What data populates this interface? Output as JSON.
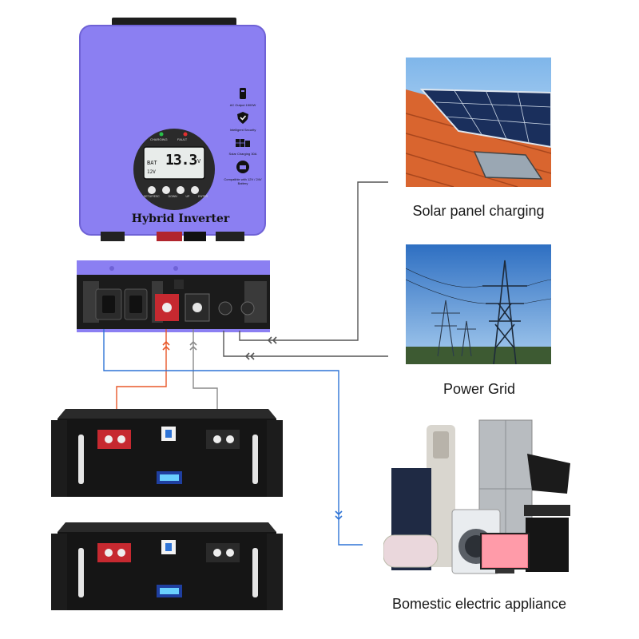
{
  "inverter": {
    "name": "Hybrid Inverter",
    "lcd": {
      "reading": "13.3",
      "unit": "V",
      "left_top": "BAT",
      "left_bottom": "12V",
      "led_left": "CHARGING",
      "led_right": "FAULT"
    },
    "buttons": [
      "SETUP/ESC",
      "DOWN",
      "UP",
      "ENTER"
    ],
    "features": [
      {
        "icon": "ac-output-icon",
        "text": "AC Output 1500W"
      },
      {
        "icon": "shield-icon",
        "text": "Intelligent Security"
      },
      {
        "icon": "solar-charge-icon",
        "text": "Solar Charging 30A"
      },
      {
        "icon": "battery-icon",
        "text": "Compatible with 12V / 24V Battery"
      }
    ]
  },
  "labels": {
    "solar": "Solar panel charging",
    "grid": "Power Grid",
    "appliance": "Bomestic electric appliance"
  },
  "colors": {
    "inverter_body": "#8b7ff2",
    "battery_wire": "#e8582a",
    "negative_wire": "#8a8a8a",
    "ac_output_wire": "#2f74d6",
    "input_wire": "#555555"
  }
}
